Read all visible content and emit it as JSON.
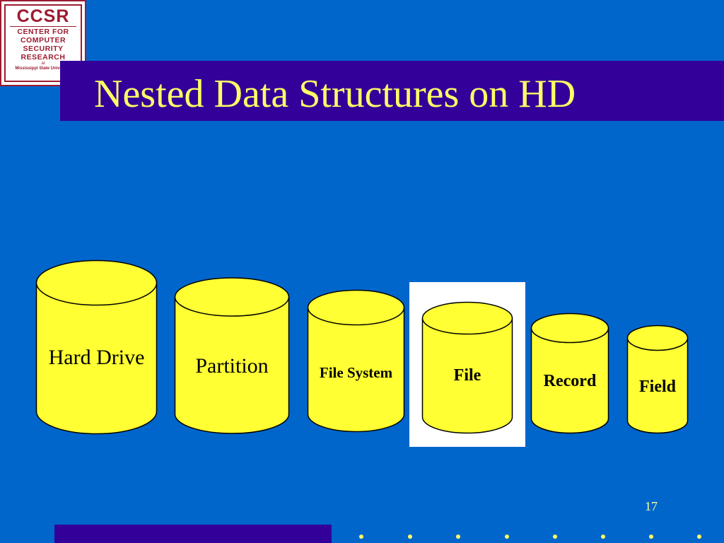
{
  "logo": {
    "abbr": "CCSR",
    "line1": "CENTER FOR",
    "line2": "COMPUTER",
    "line3": "SECURITY",
    "line4": "RESEARCH",
    "at": "at",
    "university": "Mississippi State University"
  },
  "slide": {
    "title": "Nested Data Structures on HD",
    "page_number": "17"
  },
  "cylinders": [
    {
      "label": "Hard Drive",
      "bold": false,
      "highlighted": false
    },
    {
      "label": "Partition",
      "bold": false,
      "highlighted": false
    },
    {
      "label": "File System",
      "bold": true,
      "highlighted": false
    },
    {
      "label": "File",
      "bold": true,
      "highlighted": true
    },
    {
      "label": "Record",
      "bold": true,
      "highlighted": false
    },
    {
      "label": "Field",
      "bold": true,
      "highlighted": false
    }
  ],
  "colors": {
    "background": "#0066CC",
    "title_bar": "#330099",
    "title_text": "#FFFF66",
    "cylinder_fill": "#FFFF33",
    "highlight": "#FFFFFF",
    "logo_accent": "#9B1B30"
  }
}
